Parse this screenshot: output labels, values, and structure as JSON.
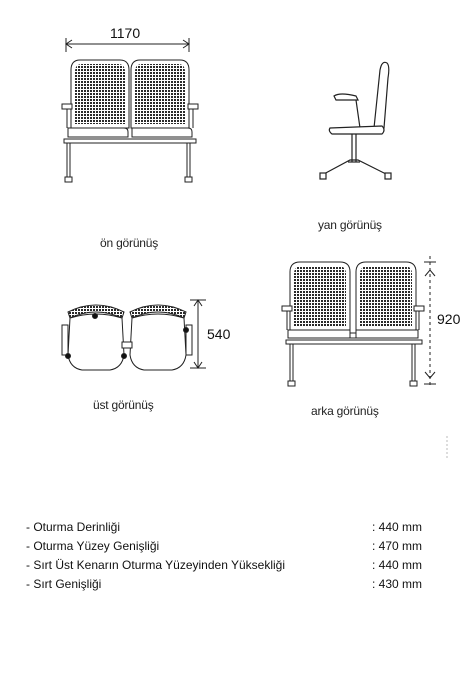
{
  "views": {
    "front": "ön görünüş",
    "side": "yan görünüş",
    "top": "üst görünüş",
    "back": "arka görünüş"
  },
  "dimensions": {
    "width": "1170",
    "depth": "540",
    "height": "920"
  },
  "specs": [
    {
      "name": "- Oturma Derinliği",
      "value": ": 440 mm"
    },
    {
      "name": "- Oturma Yüzey Genişliği",
      "value": ": 470 mm"
    },
    {
      "name": "- Sırt Üst Kenarın Oturma Yüzeyinden Yüksekliği",
      "value": ": 440 mm"
    },
    {
      "name": "- Sırt Genişliği",
      "value": ": 430 mm"
    }
  ]
}
